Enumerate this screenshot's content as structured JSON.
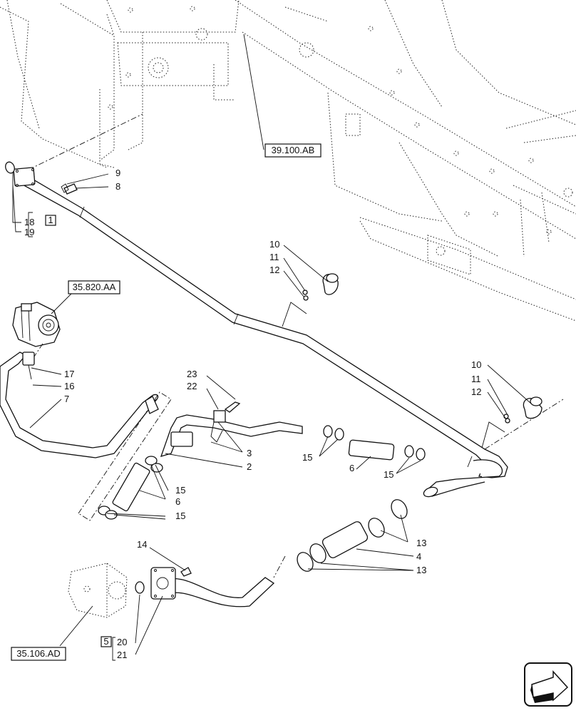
{
  "references": {
    "ref_frame": "39.100.AB",
    "ref_motor_top": "35.820.AA",
    "ref_pump_bottom": "35.106.AD"
  },
  "kit_labels": {
    "kit1": "1",
    "kit5": "5"
  },
  "callouts": {
    "c9": "9",
    "c8": "8",
    "c18": "18",
    "c19": "19",
    "c10a": "10",
    "c11a": "11",
    "c12a": "12",
    "c10b": "10",
    "c11b": "11",
    "c12b": "12",
    "c17": "17",
    "c16": "16",
    "c7": "7",
    "c23": "23",
    "c22": "22",
    "c3": "3",
    "c2": "2",
    "c15a": "15",
    "c6a": "6",
    "c15b": "15",
    "c15c": "15",
    "c6b": "6",
    "c15d": "15",
    "c13a": "13",
    "c4": "4",
    "c13b": "13",
    "c14": "14",
    "c20": "20",
    "c21": "21"
  },
  "icons": {
    "nav_arrow": "next-page-arrow-icon"
  }
}
